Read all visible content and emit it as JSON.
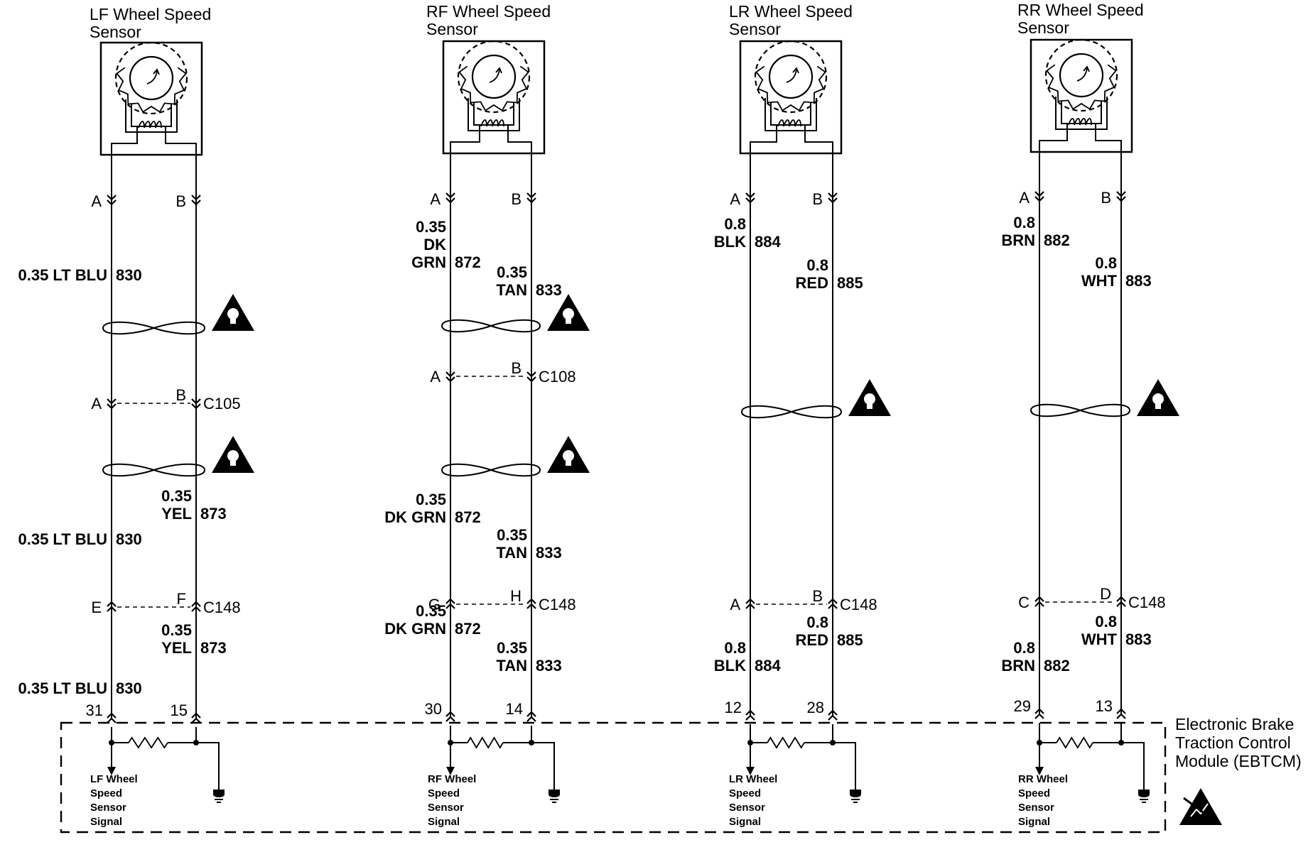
{
  "module": {
    "lines": [
      "Electronic Brake",
      "Traction Control",
      "Module (EBTCM)"
    ]
  },
  "sensors": [
    {
      "id": "lf",
      "title": [
        "LF Wheel Speed",
        "Sensor"
      ],
      "sensor_pins": [
        "A",
        "B"
      ],
      "upper_wires": [
        {
          "lines": [
            "0.35 LT BLU"
          ],
          "circuit": "830"
        },
        null
      ],
      "connector1": {
        "pins": [
          "A",
          "B"
        ],
        "name": "C105"
      },
      "mid_wires": [
        {
          "lines": [
            "0.35 LT BLU"
          ],
          "circuit": "830"
        },
        {
          "lines": [
            "0.35",
            "YEL"
          ],
          "circuit": "873"
        }
      ],
      "connector2": {
        "pins": [
          "E",
          "F"
        ],
        "name": "C148"
      },
      "lower_wires": [
        {
          "lines": [
            "0.35 LT BLU"
          ],
          "circuit": "830"
        },
        {
          "lines": [
            "0.35",
            "YEL"
          ],
          "circuit": "873"
        }
      ],
      "module_pins": [
        "31",
        "15"
      ],
      "signal": [
        "LF Wheel",
        "Speed",
        "Sensor",
        "Signal"
      ]
    },
    {
      "id": "rf",
      "title": [
        "RF Wheel Speed",
        "Sensor"
      ],
      "sensor_pins": [
        "A",
        "B"
      ],
      "upper_wires": [
        {
          "lines": [
            "0.35",
            "DK",
            "GRN"
          ],
          "circuit": "872"
        },
        {
          "lines": [
            "0.35",
            "TAN"
          ],
          "circuit": "833"
        }
      ],
      "connector1": {
        "pins": [
          "A",
          "B"
        ],
        "name": "C108"
      },
      "mid_wires": [
        {
          "lines": [
            "0.35",
            "DK GRN"
          ],
          "circuit": "872"
        },
        {
          "lines": [
            "0.35",
            "TAN"
          ],
          "circuit": "833"
        }
      ],
      "connector2": {
        "pins": [
          "G",
          "H"
        ],
        "name": "C148"
      },
      "lower_wires": [
        {
          "lines": [
            "0.35",
            "DK GRN"
          ],
          "circuit": "872"
        },
        {
          "lines": [
            "0.35",
            "TAN"
          ],
          "circuit": "833"
        }
      ],
      "module_pins": [
        "30",
        "14"
      ],
      "signal": [
        "RF Wheel",
        "Speed",
        "Sensor",
        "Signal"
      ]
    },
    {
      "id": "lr",
      "title": [
        "LR Wheel Speed",
        "Sensor"
      ],
      "sensor_pins": [
        "A",
        "B"
      ],
      "upper_wires": [
        {
          "lines": [
            "0.8",
            "BLK"
          ],
          "circuit": "884"
        },
        {
          "lines": [
            "0.8",
            "RED"
          ],
          "circuit": "885"
        }
      ],
      "connector1": null,
      "mid_wires": [
        null,
        null
      ],
      "connector2": {
        "pins": [
          "A",
          "B"
        ],
        "name": "C148"
      },
      "lower_wires": [
        {
          "lines": [
            "0.8",
            "BLK"
          ],
          "circuit": "884"
        },
        {
          "lines": [
            "0.8",
            "RED"
          ],
          "circuit": "885"
        }
      ],
      "module_pins": [
        "12",
        "28"
      ],
      "signal": [
        "LR Wheel",
        "Speed",
        "Sensor",
        "Signal"
      ]
    },
    {
      "id": "rr",
      "title": [
        "RR Wheel Speed",
        "Sensor"
      ],
      "sensor_pins": [
        "A",
        "B"
      ],
      "upper_wires": [
        {
          "lines": [
            "0.8",
            "BRN"
          ],
          "circuit": "882"
        },
        {
          "lines": [
            "0.8",
            "WHT"
          ],
          "circuit": "883"
        }
      ],
      "connector1": null,
      "mid_wires": [
        null,
        null
      ],
      "connector2": {
        "pins": [
          "C",
          "D"
        ],
        "name": "C148"
      },
      "lower_wires": [
        {
          "lines": [
            "0.8",
            "BRN"
          ],
          "circuit": "882"
        },
        {
          "lines": [
            "0.8",
            "WHT"
          ],
          "circuit": "883"
        }
      ],
      "module_pins": [
        "29",
        "13"
      ],
      "signal": [
        "RR Wheel",
        "Speed",
        "Sensor",
        "Signal"
      ]
    }
  ],
  "colors": {
    "line": "#000000",
    "background": "#ffffff"
  }
}
